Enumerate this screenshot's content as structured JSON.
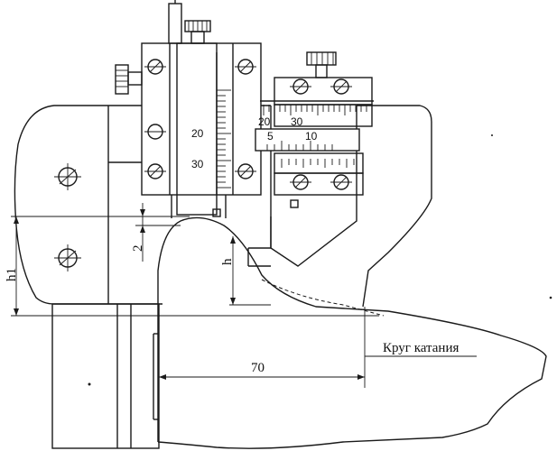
{
  "labels": {
    "h1": "h1",
    "h": "h",
    "dim_2": "2",
    "dim_70": "70",
    "rolling_circle": "Круг катания"
  },
  "scales": {
    "vertical": [
      "20",
      "30"
    ],
    "horizontal_top": [
      "20",
      "30"
    ],
    "vernier": [
      "5",
      "10"
    ]
  }
}
